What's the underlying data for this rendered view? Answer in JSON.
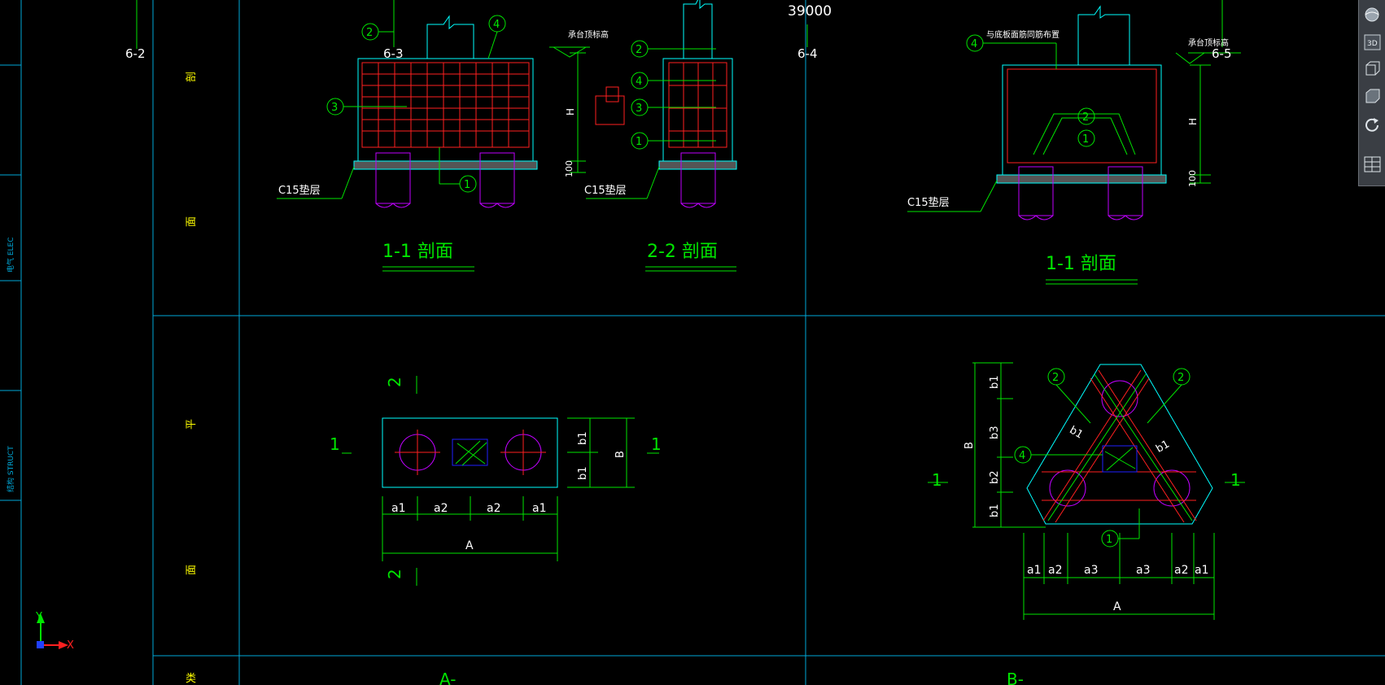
{
  "dimension_top": "39000",
  "axes": {
    "a1": "6-2",
    "a2": "6-3",
    "a3": "6-4",
    "a4": "6-5"
  },
  "left_strip": {
    "elec": "电气\nELEC",
    "struct": "结构\nSTRUCT"
  },
  "side_labels": {
    "l1": "剖",
    "l2": "面",
    "l3": "平",
    "l4": "面",
    "l5": "类"
  },
  "upper_left": {
    "cap_top_label": "承台顶标高",
    "c15": "C15垫层",
    "dim_H": "H",
    "dim_100": "100",
    "sec1_title": "1-1 剖面",
    "sec2_title": "2-2 剖面",
    "callouts": [
      "1",
      "2",
      "3",
      "4"
    ]
  },
  "upper_right": {
    "note": "与底板面筋同筋布置",
    "cap_top_label": "承台顶标高",
    "c15": "C15垫层",
    "dim_H": "H",
    "dim_100": "100",
    "sec_title": "1-1 剖面"
  },
  "lower_left": {
    "cut1": "1",
    "cut2": "2",
    "dims_x": [
      "a1",
      "a2",
      "a2",
      "a1"
    ],
    "dim_A": "A",
    "dim_B": "B",
    "dims_y": [
      "b1",
      "b1"
    ]
  },
  "lower_right": {
    "cut1": "1",
    "dims_x": [
      "a1",
      "a2",
      "a3",
      "a3",
      "a2",
      "a1"
    ],
    "dim_A": "A",
    "dim_B": "B",
    "dims_y": [
      "b1",
      "b3",
      "b2",
      "b1"
    ],
    "diag_b1": "b1"
  },
  "ucs": {
    "x": "X",
    "y": "Y"
  },
  "bottom_labels": {
    "l": "A-",
    "r": "B-"
  },
  "toolbar": [
    "orbit-globe",
    "view-3d",
    "box-front",
    "box-iso",
    "rotate",
    "layout-grid"
  ],
  "colors": {
    "frame": "#00a8d8",
    "green": "#00e600",
    "yellow": "#ffff00",
    "red": "#ff2020",
    "magenta": "#c000ff",
    "cyan": "#00ffff",
    "blue": "#2020ff"
  }
}
